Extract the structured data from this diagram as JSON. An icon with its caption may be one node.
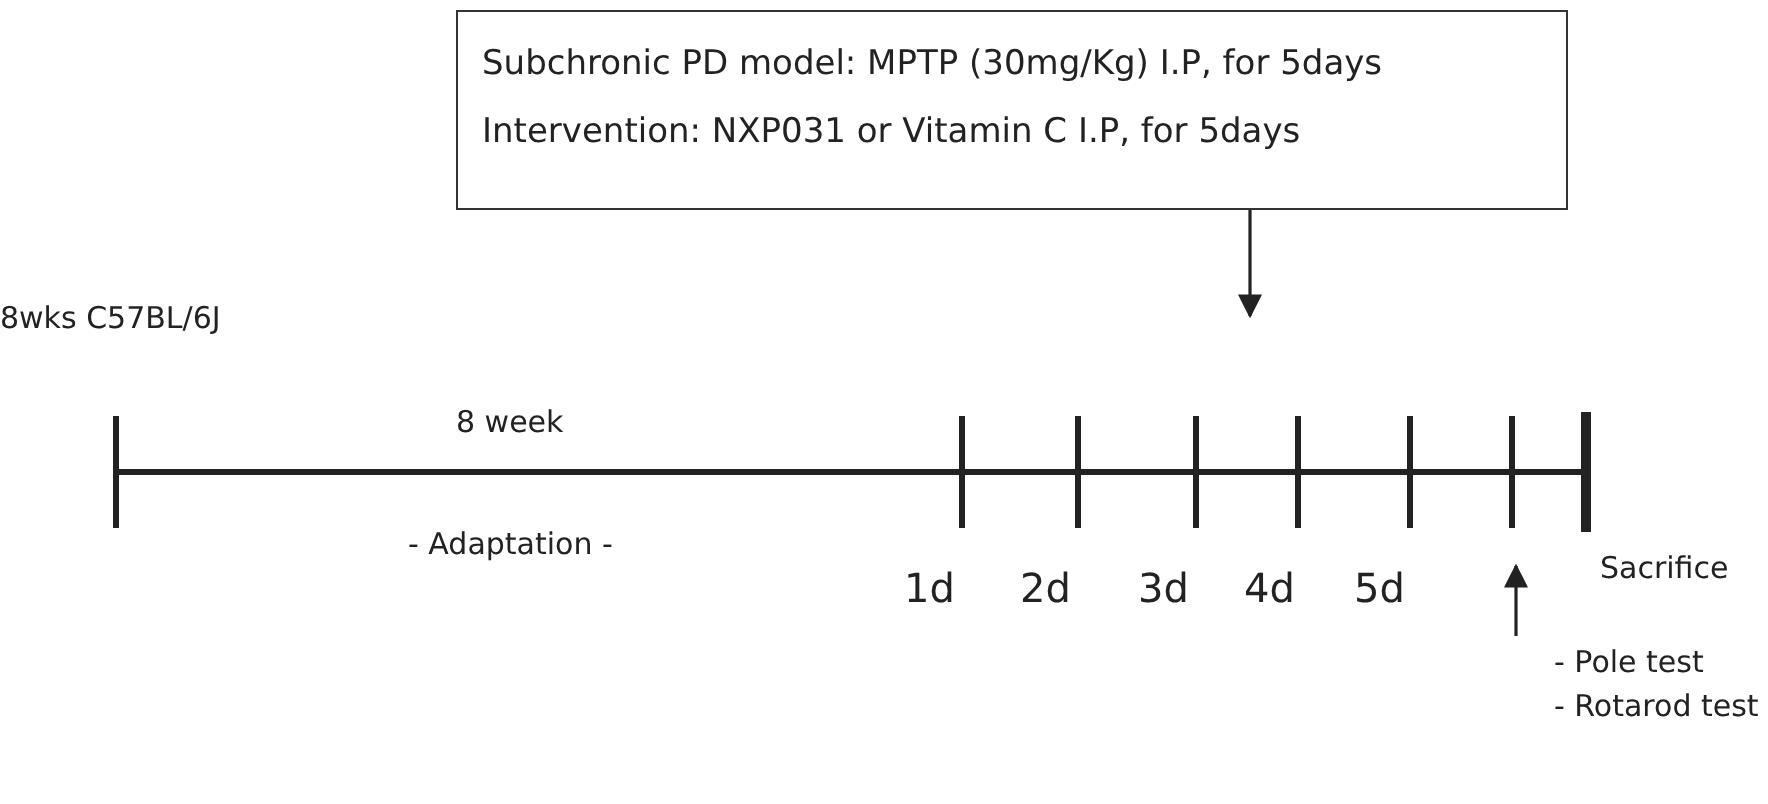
{
  "diagram": {
    "nodes": [
      {
        "text": [
          "Subchronic PD model: MPTP (30mg/Kg) I.P, for 5days",
          "Intervention: NXP031 or Vitamin C I.P, for 5days"
        ]
      },
      {
        "text": [
          "- Pole test",
          "- Rotarod test"
        ]
      }
    ],
    "edges": [
      {
        "from": 0,
        "to": null,
        "arrow": "to"
      },
      {
        "from": 1,
        "to": null,
        "arrow": "to"
      }
    ],
    "labels": [
      "8wks C57BL/6J",
      "8 week",
      "- Adaptation -",
      "1d",
      "2d",
      "3d",
      "4d",
      "5d",
      "Sacrifice"
    ]
  }
}
